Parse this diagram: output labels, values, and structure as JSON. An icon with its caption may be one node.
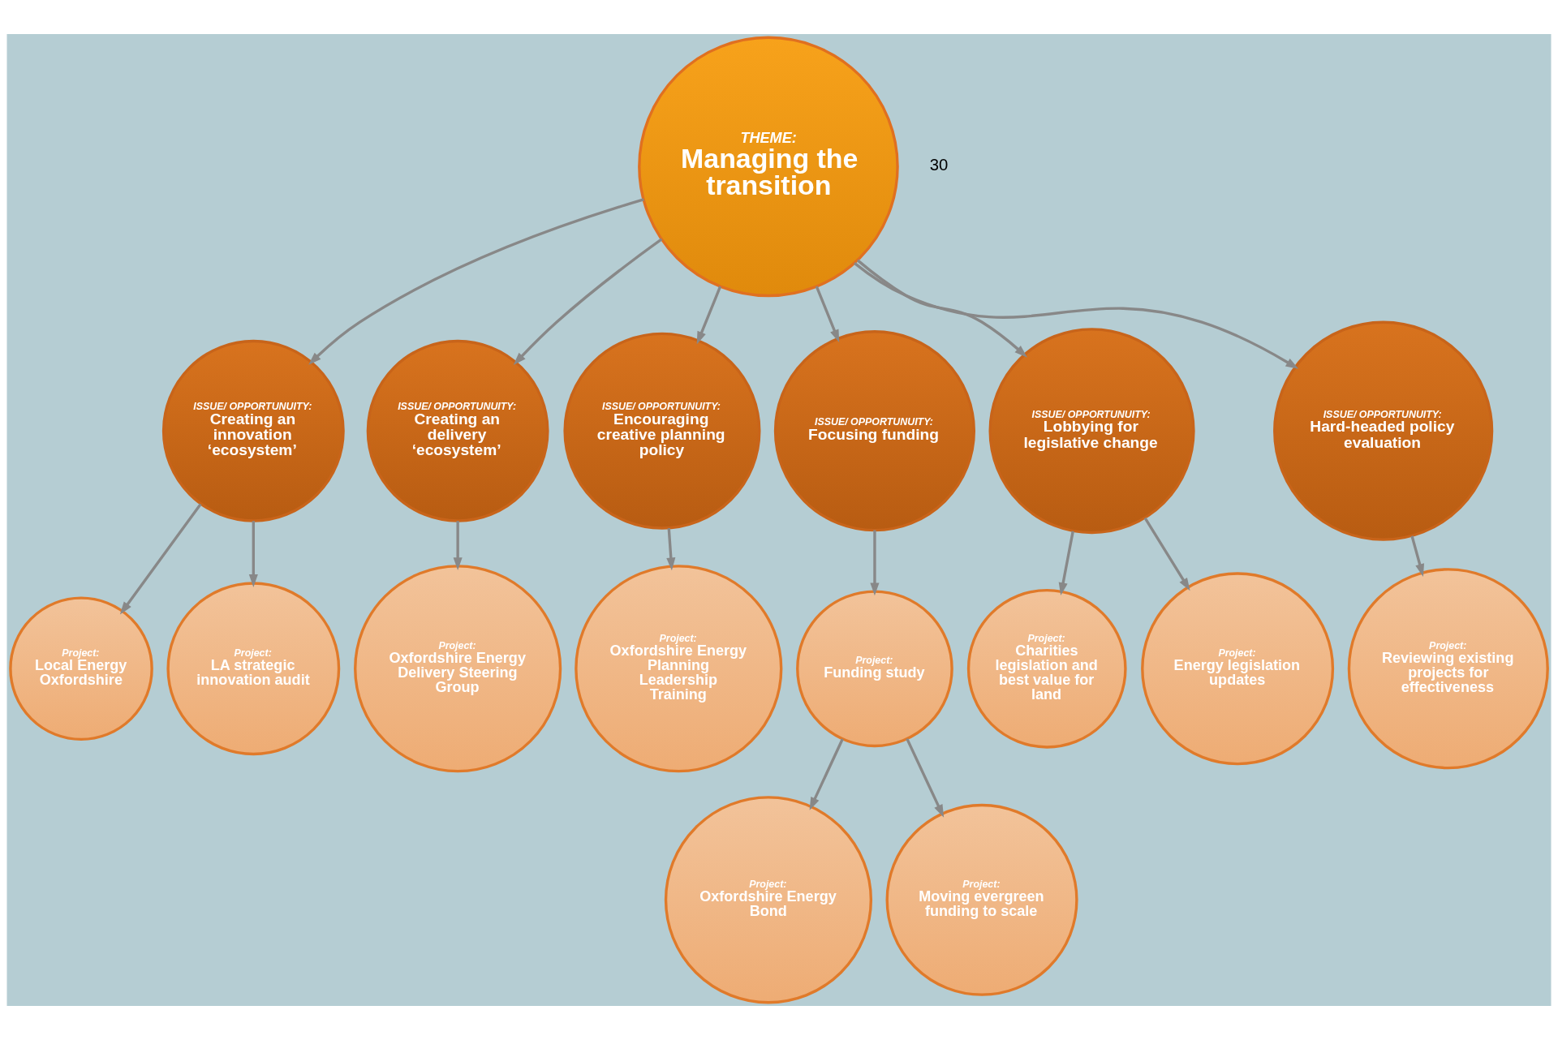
{
  "diagram": {
    "nodes": [
      {
        "text": [
          "THEME:",
          "Managing the transition"
        ]
      },
      {
        "text": [
          "ISSUE/ OPPORTUNUITY:",
          "Creating an innovation ‘ecosystem’"
        ]
      },
      {
        "text": [
          "Project:",
          "Local Energy Oxfordshire"
        ]
      },
      {
        "text": [
          "Project:",
          "LA strategic innovation audit"
        ]
      },
      {
        "text": [
          "ISSUE/ OPPORTUNUITY:",
          "Creating an delivery ‘ecosystem’"
        ]
      },
      {
        "text": [
          "Project:",
          "Oxfordshire Energy Delivery Steering Group"
        ]
      },
      {
        "text": [
          "ISSUE/ OPPORTUNUITY:",
          "Encouraging creative planning policy"
        ]
      },
      {
        "text": [
          "ISSUE/ OPPORTUNUITY:",
          "Focusing funding"
        ]
      },
      {
        "text": [
          "ISSUE/ OPPORTUNUITY:",
          "Lobbying for legislative change"
        ]
      },
      {
        "text": [
          "ISSUE/ OPPORTUNUITY:",
          "Hard-headed policy evaluation"
        ]
      },
      {
        "text": [
          "Project:",
          "Reviewing existing projects for effectiveness"
        ]
      },
      {
        "text": [
          "Project:",
          "Oxfordshire Energy Planning Leadership Training"
        ]
      },
      {
        "text": [
          "Project:",
          "Oxfordshire Energy Bond"
        ]
      },
      {
        "text": [
          "Project:",
          "Funding study"
        ]
      },
      {
        "text": [
          "Project:",
          "Charities legislation and best value for land"
        ]
      },
      {
        "text": [
          "Project:",
          "Moving evergreen funding to scale"
        ]
      },
      {
        "text": [
          "Project:",
          "Energy legislation updates"
        ]
      }
    ],
    "edges": [
      {
        "from": 0,
        "to": 1,
        "arrow": "to"
      },
      {
        "from": 1,
        "to": 2,
        "arrow": "to"
      },
      {
        "from": 1,
        "to": 3,
        "arrow": "to"
      },
      {
        "from": 0,
        "to": 4,
        "arrow": "to"
      },
      {
        "from": 4,
        "to": 5,
        "arrow": "to"
      },
      {
        "from": 0,
        "to": 6,
        "arrow": "to"
      },
      {
        "from": 0,
        "to": 7,
        "arrow": "to"
      },
      {
        "from": 0,
        "to": 8,
        "arrow": "to"
      },
      {
        "from": 0,
        "to": 9,
        "arrow": "to"
      },
      {
        "from": 9,
        "to": 10,
        "arrow": "to"
      },
      {
        "from": 6,
        "to": 11,
        "arrow": "to"
      },
      {
        "from": 7,
        "to": 13,
        "arrow": "to"
      },
      {
        "from": 13,
        "to": 12,
        "arrow": "to"
      },
      {
        "from": 13,
        "to": 15,
        "arrow": "to"
      },
      {
        "from": 8,
        "to": 14,
        "arrow": "to"
      },
      {
        "from": 8,
        "to": 16,
        "arrow": "to"
      }
    ],
    "labels": [
      "30"
    ]
  }
}
